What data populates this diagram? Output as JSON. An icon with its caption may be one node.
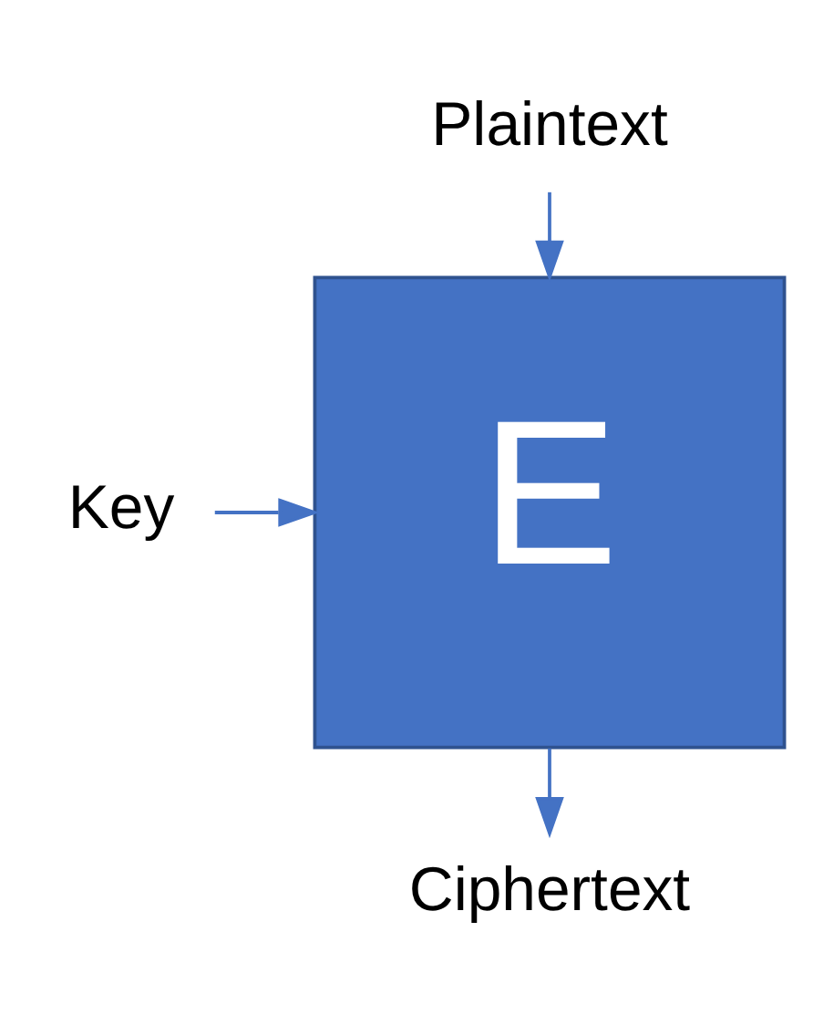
{
  "diagram": {
    "nodes": [
      {
        "text": [
          "Plaintext"
        ]
      },
      {
        "text": [
          "Key"
        ]
      },
      {
        "text": [
          "E"
        ]
      },
      {
        "text": [
          "Ciphertext"
        ]
      }
    ],
    "edges": [
      {
        "from": 0,
        "to": 2,
        "arrow": "to"
      },
      {
        "from": 1,
        "to": 2,
        "arrow": "to"
      },
      {
        "from": 2,
        "to": 3,
        "arrow": "to"
      }
    ]
  }
}
